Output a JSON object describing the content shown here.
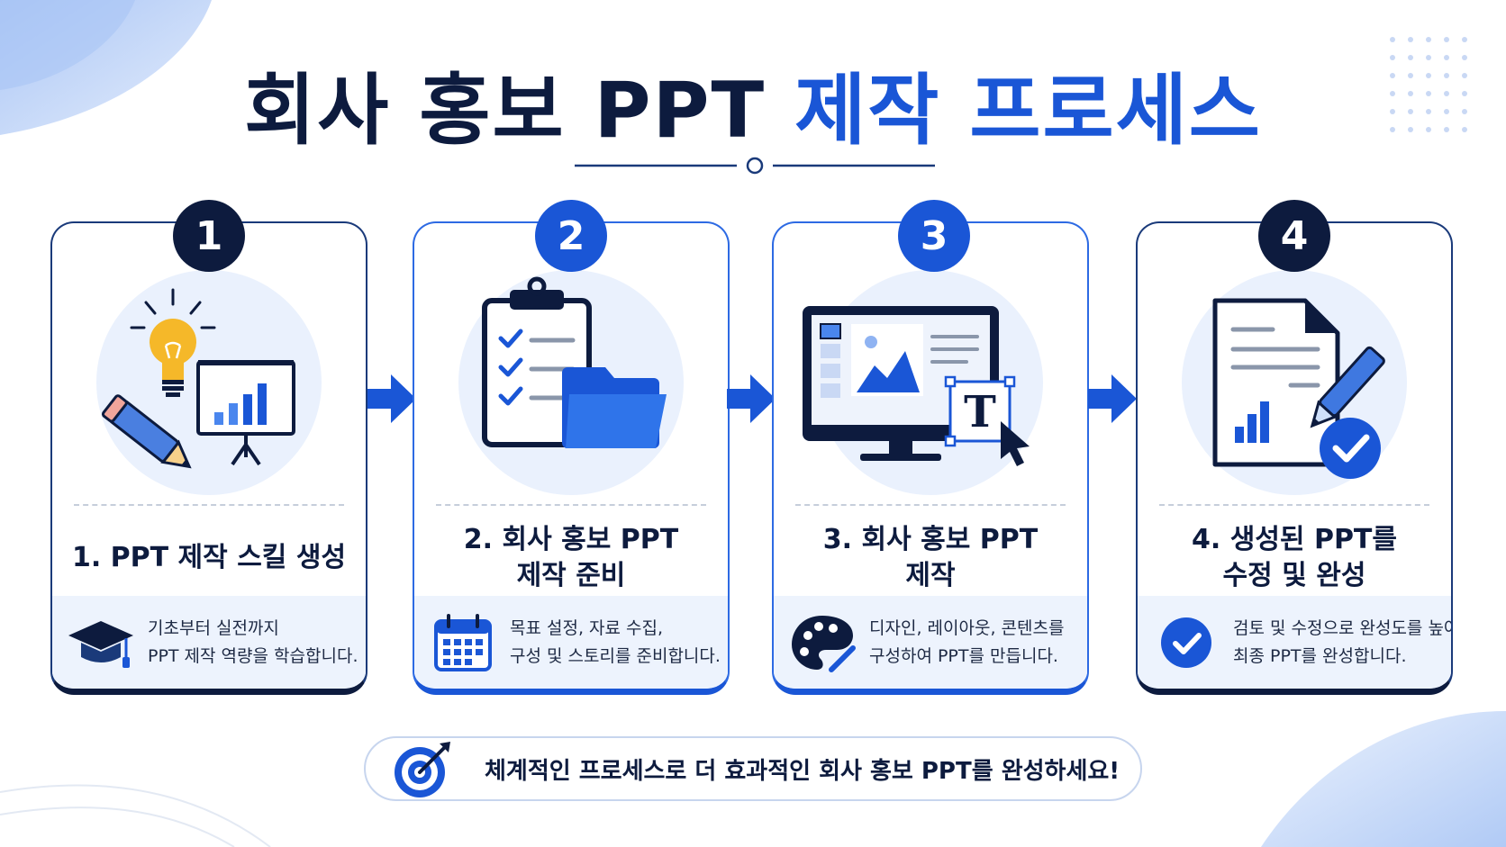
{
  "title": {
    "part1": "회사 홍보 PPT",
    "part2": "제작 프로세스"
  },
  "colors": {
    "navy": "#0d1b3e",
    "blue": "#1a56d6",
    "light_blue": "#eaf1fd",
    "yellow": "#f5b829"
  },
  "steps": [
    {
      "number": "1",
      "heading_line1": "1. PPT 제작 스킬 생성",
      "heading_line2": "",
      "desc_line1": "기초부터 실전까지",
      "desc_line2": "PPT 제작 역량을 학습합니다.",
      "illustration": "lightbulb-pencil-presentation-icon",
      "desc_icon": "graduation-cap-icon"
    },
    {
      "number": "2",
      "heading_line1": "2. 회사 홍보 PPT",
      "heading_line2": "제작 준비",
      "desc_line1": "목표 설정, 자료 수집,",
      "desc_line2": "구성 및 스토리를 준비합니다.",
      "illustration": "clipboard-checklist-folder-icon",
      "desc_icon": "calendar-icon"
    },
    {
      "number": "3",
      "heading_line1": "3. 회사 홍보 PPT",
      "heading_line2": "제작",
      "desc_line1": "디자인, 레이아웃, 콘텐츠를",
      "desc_line2": "구성하여 PPT를 만듭니다.",
      "illustration": "monitor-design-text-icon",
      "desc_icon": "palette-icon"
    },
    {
      "number": "4",
      "heading_line1": "4. 생성된 PPT를",
      "heading_line2": "수정 및 완성",
      "desc_line1": "검토 및 수정으로 완성도를 높여",
      "desc_line2": "최종 PPT를 완성합니다.",
      "illustration": "document-pencil-check-icon",
      "desc_icon": "check-circle-icon"
    }
  ],
  "footer": {
    "text": "체계적인 프로세스로 더 효과적인 회사 홍보 PPT를 완성하세요!",
    "icon": "target-icon"
  }
}
